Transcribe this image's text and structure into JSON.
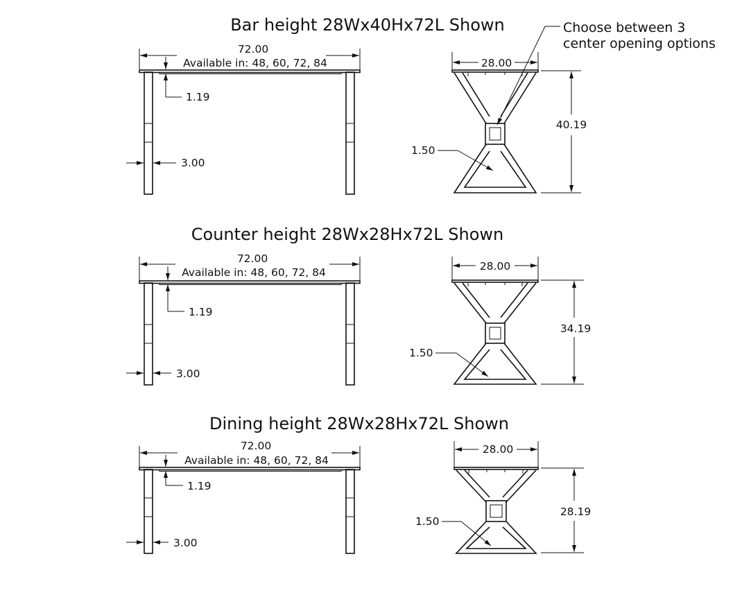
{
  "callout": {
    "line1": "Choose between 3",
    "line2": "center opening options"
  },
  "sections": [
    {
      "title": "Bar height 28Wx40Hx72L Shown",
      "length": "72.00",
      "available": "Available in: 48, 60, 72, 84",
      "top_thickness": "1.19",
      "leg_width": "3.00",
      "width": "28.00",
      "height": "40.19",
      "tube": "1.50"
    },
    {
      "title": "Counter height 28Wx28Hx72L Shown",
      "length": "72.00",
      "available": "Available in: 48, 60, 72, 84",
      "top_thickness": "1.19",
      "leg_width": "3.00",
      "width": "28.00",
      "height": "34.19",
      "tube": "1.50"
    },
    {
      "title": "Dining height 28Wx28Hx72L Shown",
      "length": "72.00",
      "available": "Available in: 48, 60, 72, 84",
      "top_thickness": "1.19",
      "leg_width": "3.00",
      "width": "28.00",
      "height": "28.19",
      "tube": "1.50"
    }
  ]
}
